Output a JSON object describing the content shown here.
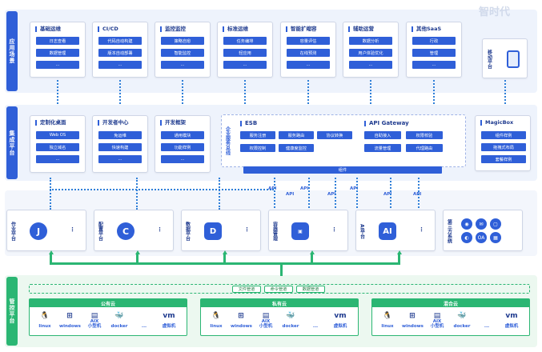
{
  "layers": {
    "app": "应用场景",
    "integration": "集成平台",
    "control": "管控平台"
  },
  "app_cards": [
    {
      "title": "基础运维",
      "items": [
        "日志查看",
        "数据管理",
        "..."
      ]
    },
    {
      "title": "CI/CD",
      "items": [
        "代码自动构建",
        "版本自动部署",
        "..."
      ]
    },
    {
      "title": "监控监控",
      "items": [
        "策略自愈",
        "智能监控",
        "..."
      ]
    },
    {
      "title": "标准运维",
      "items": [
        "任务编排",
        "轻应用",
        "..."
      ]
    },
    {
      "title": "智能扩缩容",
      "items": [
        "容量评估",
        "在线预测",
        "..."
      ]
    },
    {
      "title": "辅助运营",
      "items": [
        "数据分析",
        "用户体验优化",
        "..."
      ]
    },
    {
      "title": "其他SaaS",
      "items": [
        "行政",
        "管理",
        "..."
      ]
    }
  ],
  "mobile": {
    "label": "移动平台"
  },
  "int_cards": [
    {
      "title": "定制化桌面",
      "items": [
        "Web OS",
        "独立域名",
        "..."
      ]
    },
    {
      "title": "开发者中心",
      "items": [
        "免运维",
        "快速构建",
        "..."
      ]
    },
    {
      "title": "开发框架",
      "items": [
        "通用模块",
        "功能样例",
        "..."
      ]
    }
  ],
  "esb": {
    "side_label": "企业服务总线",
    "esb_title": "ESB",
    "esb_items": [
      "服务注册",
      "服务路由",
      "协议转换",
      "权限控制",
      "健康度监控"
    ],
    "gw_title": "API Gateway",
    "gw_items": [
      "自助接入",
      "权限校验",
      "流量管理",
      "代理路由"
    ],
    "bottom": "组件"
  },
  "magicbox": {
    "title": "MagicBox",
    "items": [
      "组件样例",
      "拖拽式布局",
      "套餐样例"
    ]
  },
  "api_label": "API",
  "platforms": [
    {
      "label": "作业平台",
      "icon": "J"
    },
    {
      "label": "配置平台",
      "icon": "C"
    },
    {
      "label": "数据平台",
      "icon": "D"
    },
    {
      "label": "容器管理",
      "icon": "docker"
    },
    {
      "label": "AI平台",
      "icon": "AI"
    },
    {
      "label": "第三方系统",
      "icon": "apps"
    }
  ],
  "pipelines": [
    "文件管道",
    "命令管道",
    "数据管道"
  ],
  "clouds": [
    {
      "title": "公有云"
    },
    {
      "title": "私有云"
    },
    {
      "title": "混合云"
    }
  ],
  "os_items": [
    "linux",
    "windows",
    "AIX\n小型机",
    "docker",
    "...",
    "虚拟机"
  ],
  "watermark": "智时代"
}
